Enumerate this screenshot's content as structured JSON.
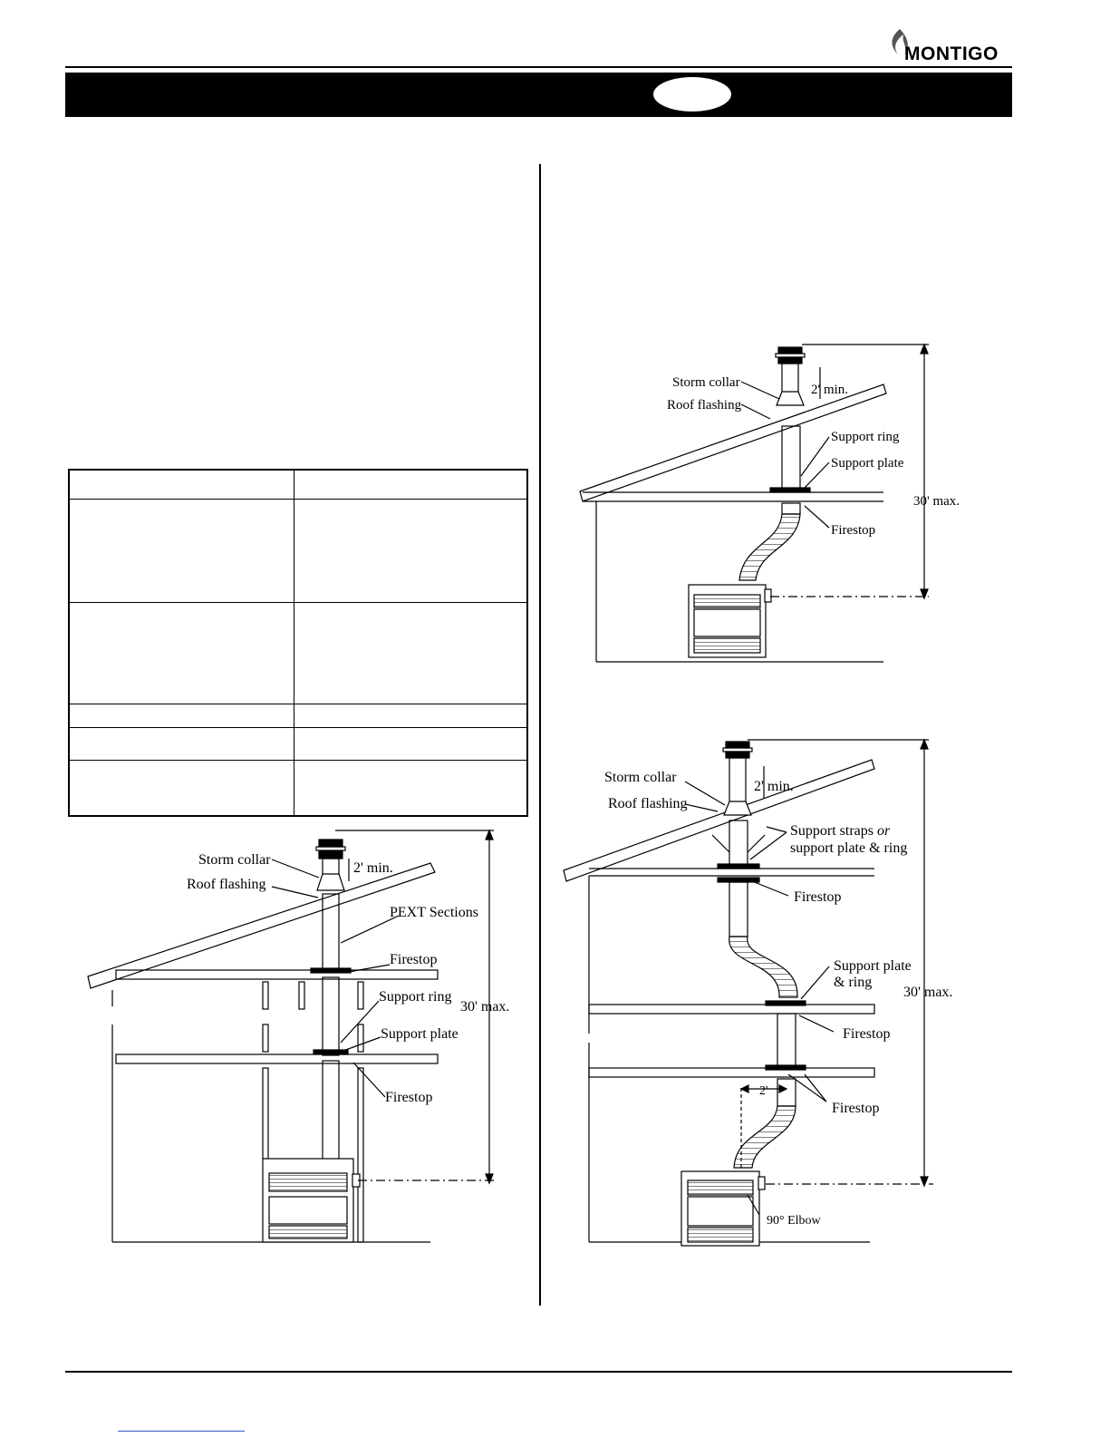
{
  "brand": {
    "logo_text": "MONTIGO"
  },
  "figure_left": {
    "storm_collar": "Storm collar",
    "two_min": "2' min.",
    "roof_flashing": "Roof flashing",
    "pext_sections": "PEXT Sections",
    "firestop_top": "Firestop",
    "support_ring": "Support ring",
    "support_plate": "Support plate",
    "firestop_bottom": "Firestop",
    "thirty_max": "30' max."
  },
  "figure_top_right": {
    "storm_collar": "Storm collar",
    "two_min": "2' min.",
    "roof_flashing": "Roof flashing",
    "support_ring": "Support ring",
    "support_plate": "Support plate",
    "thirty_max": "30' max.",
    "firestop": "Firestop"
  },
  "figure_bottom_right": {
    "storm_collar": "Storm collar",
    "two_min": "2' min.",
    "roof_flashing": "Roof flashing",
    "support_straps": "Support straps",
    "or": "or",
    "support_plate_ring": "support plate & ring",
    "firestop_1": "Firestop",
    "support_plate2": "Support plate",
    "and_ring": "& ring",
    "thirty_max": "30' max.",
    "firestop_2": "Firestop",
    "two_ft": "2'",
    "firestop_3": "Firestop",
    "elbow": "90° Elbow"
  }
}
